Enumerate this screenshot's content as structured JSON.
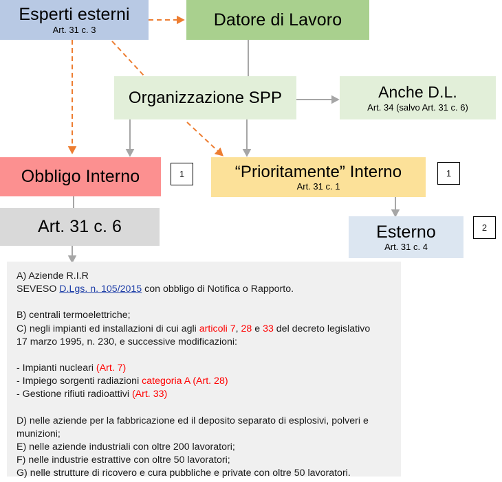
{
  "diagram": {
    "title": "Organizzazione SPP - schema obblighi",
    "colors": {
      "blue_box": "#b8c9e4",
      "green_box": "#a9d08e",
      "light_green_box": "#e2efd9",
      "pink_box": "#fc9090",
      "yellow_box": "#fce199",
      "gray_box": "#d9d9d9",
      "light_blue_box": "#dce6f1",
      "notes_bg": "#f0f0f0",
      "solid_connector": "#a6a6a6",
      "dashed_connector": "#ed7d31",
      "red_text": "#ff0000",
      "link_text": "#1f3fa8"
    },
    "boxes": {
      "esperti": {
        "title": "Esperti esterni",
        "sub": "Art. 31 c. 3"
      },
      "datore": {
        "title": "Datore di Lavoro",
        "sub": ""
      },
      "organizzazione": {
        "title": "Organizzazione SPP",
        "sub": ""
      },
      "anche_dl": {
        "title": "Anche D.L.",
        "sub": "Art. 34 (salvo Art. 31 c. 6)"
      },
      "obbligo_interno": {
        "title": "Obbligo Interno",
        "sub": ""
      },
      "prioritariamente_interno": {
        "title": "“Prioritamente” Interno",
        "sub": "Art. 31 c. 1"
      },
      "art_31_c6": {
        "title": "Art. 31 c. 6",
        "sub": ""
      },
      "esterno": {
        "title": "Esterno",
        "sub": "Art. 31 c. 4"
      }
    },
    "markers": {
      "marker_one_left": "1",
      "marker_one_right": "1",
      "marker_two": "2"
    }
  },
  "notes": {
    "line_a1": "A) Aziende R.I.R",
    "line_a2_pre": "SEVESO ",
    "line_a2_link": "D.Lgs. n. 105/2015",
    "line_a2_post": " con obbligo di Notifica o Rapporto.",
    "line_b": "B) centrali termoelettriche;",
    "line_c_pre": "C) negli impianti ed installazioni di cui agli ",
    "line_c_red1": "articoli 7",
    "line_c_mid1": ", ",
    "line_c_red2": "28",
    "line_c_mid2": " e ",
    "line_c_red3": "33",
    "line_c_post": " del decreto legislativo",
    "line_c2": "17 marzo 1995, n. 230, e successive modificazioni:",
    "line_d1_pre": "- Impianti nucleari ",
    "line_d1_red": "(Art. 7)",
    "line_d2_pre": "- Impiego sorgenti radiazioni ",
    "line_d2_red": "categoria A (Art. 28)",
    "line_d3_pre": "- Gestione rifiuti radioattivi  ",
    "line_d3_red": "(Art. 33)",
    "line_e1": "D) nelle aziende per la fabbricazione ed il deposito separato di esplosivi, polveri e",
    "line_e2": "munizioni;",
    "line_f": "E) nelle aziende industriali con oltre 200 lavoratori;",
    "line_g": "F) nelle industrie estrattive con oltre 50 lavoratori;",
    "line_h": "G) nelle strutture di ricovero e cura pubbliche e private con oltre 50 lavoratori."
  }
}
